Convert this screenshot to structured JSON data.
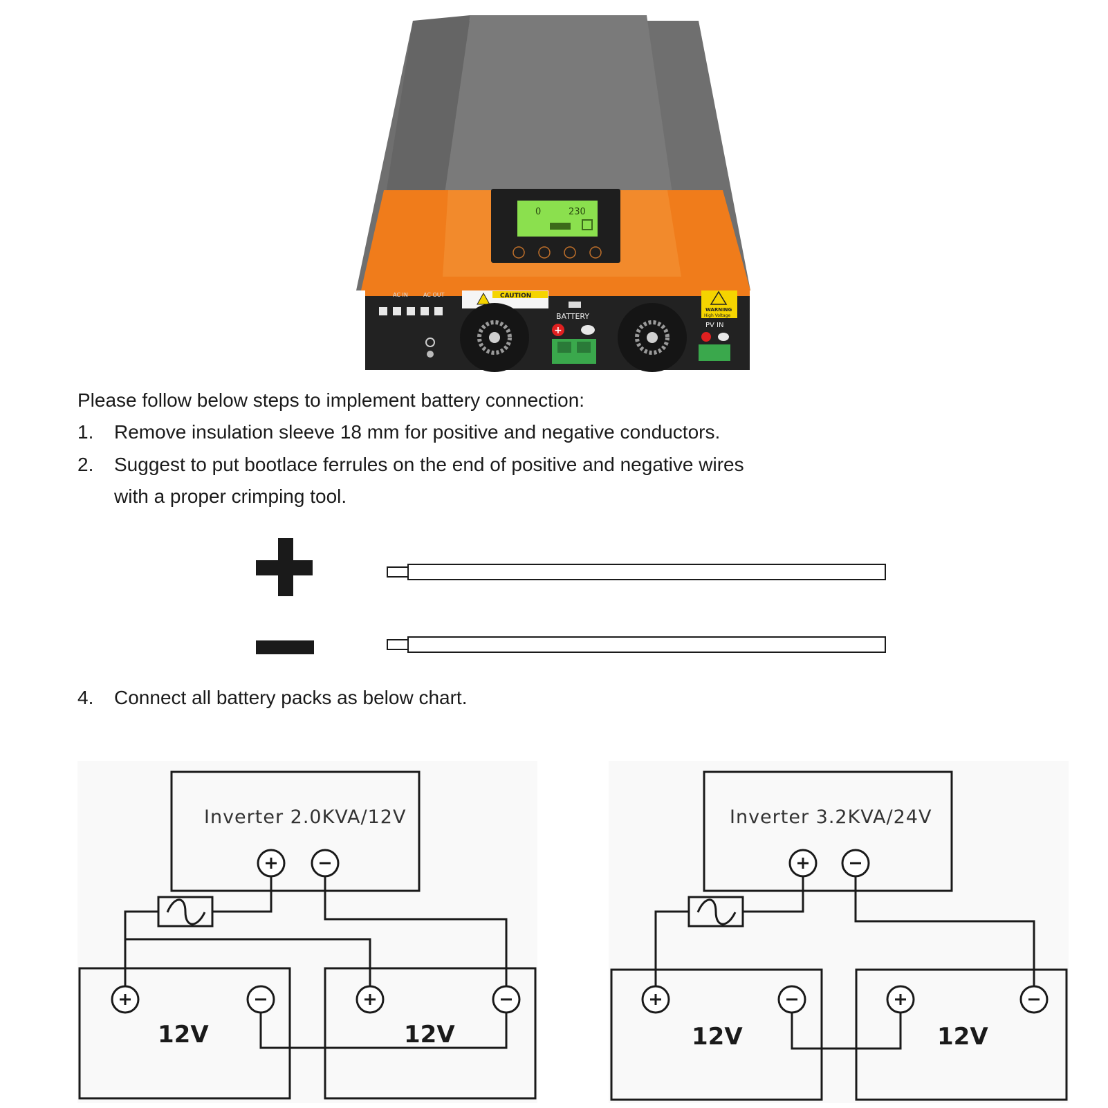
{
  "product": {
    "lcd_value_left": "0",
    "lcd_value_right": "230",
    "ac_in_label": "AC IN",
    "ac_out_label": "AC OUT",
    "caution_label": "CAUTION",
    "battery_label": "BATTERY",
    "warning_label": "WARNING",
    "warning_sub": "High Voltage",
    "pv_in_label": "PV IN"
  },
  "instructions": {
    "intro": "Please follow below steps to implement battery connection:",
    "steps": [
      {
        "num": "1.",
        "text": "Remove insulation sleeve 18 mm for positive and negative conductors."
      },
      {
        "num": "2.",
        "text": "Suggest to put bootlace ferrules on the end of positive and negative wires"
      },
      {
        "num": "4.",
        "text": "Connect all battery packs as below chart."
      }
    ],
    "step2_continuation": "with a proper crimping tool."
  },
  "wiring": {
    "left": {
      "inverter_label": "Inverter 2.0KVA/12V",
      "battery_a": "12V",
      "battery_b": "12V"
    },
    "right": {
      "inverter_label": "Inverter 3.2KVA/24V",
      "battery_a": "12V",
      "battery_b": "12V"
    }
  },
  "colors": {
    "orange": "#f07c1b",
    "lid_gray": "#6e6e6e",
    "lcd_green": "#8be04e",
    "terminal_green": "#3aa84c",
    "caution_yellow": "#f5d400"
  }
}
